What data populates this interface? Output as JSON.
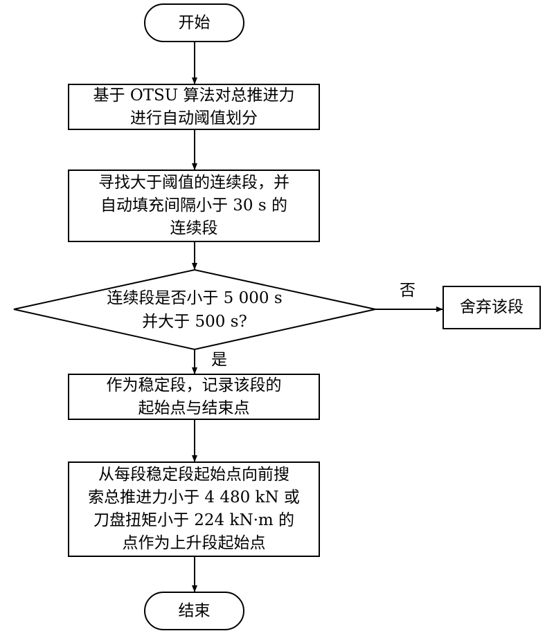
{
  "diagram": {
    "nodes": {
      "start": {
        "text": "开始"
      },
      "step1": {
        "text": "基于 OTSU 算法对总推进力\n进行自动阈值划分"
      },
      "step2": {
        "text": "寻找大于阈值的连续段，并\n自动填充间隔小于 30 s 的\n连续段"
      },
      "decision": {
        "text": "连续段是否小于 5 000 s\n并大于 500 s?"
      },
      "discard": {
        "text": "舍弃该段"
      },
      "step3": {
        "text": "作为稳定段，记录该段的\n起始点与结束点"
      },
      "step4": {
        "text": "从每段稳定段起始点向前搜\n索总推进力小于 4 480 kN 或\n刀盘扭矩小于 224 kN·m 的\n点作为上升段起始点"
      },
      "end": {
        "text": "结束"
      }
    },
    "edges": {
      "no_label": "否",
      "yes_label": "是"
    }
  }
}
